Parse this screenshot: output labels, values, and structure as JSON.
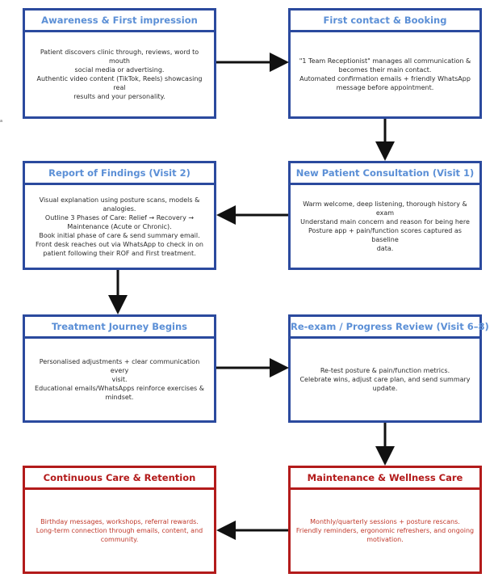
{
  "colors": {
    "blue_border": "#2b4a9e",
    "blue_title": "#5b8fd6",
    "red": "#b31b1b",
    "red_text": "#c0392b",
    "arrow": "#111111"
  },
  "stray_mark": "a",
  "boxes": {
    "awareness": {
      "title": "Awareness & First impression",
      "lines": [
        "Patient discovers clinic through, reviews, word to mouth",
        "social media or advertising.",
        "Authentic video content (TikTok, Reels) showcasing real",
        "results and your personality."
      ]
    },
    "first_contact": {
      "title": "First contact & Booking",
      "lines": [
        "\"1 Team Receptionist\" manages all communication &",
        "becomes their main contact.",
        "Automated confirmation emails + friendly WhatsApp",
        "message before appointment."
      ]
    },
    "report": {
      "title": "Report of Findings (Visit 2)",
      "lines": [
        "Visual explanation using posture scans, models &",
        "analogies.",
        "Outline 3 Phases of Care: Relief → Recovery →",
        "Maintenance (Acute or Chronic).",
        "Book initial phase of care & send summary email.",
        "Front desk reaches out via WhatsApp to check in on",
        "patient following their ROF and First treatment."
      ]
    },
    "consultation": {
      "title": "New Patient Consultation (Visit 1)",
      "lines": [
        "Warm welcome, deep listening, thorough history & exam",
        "Understand main concern and reason for being here",
        "Posture app + pain/function scores captured as baseline",
        "data."
      ]
    },
    "treatment": {
      "title": "Treatment Journey Begins",
      "lines": [
        "Personalised adjustments + clear communication every",
        "visit.",
        "Educational emails/WhatsApps reinforce exercises &",
        "mindset."
      ]
    },
    "reexam": {
      "title": "Re-exam / Progress Review (Visit 6–8)",
      "lines": [
        "Re-test posture & pain/function metrics.",
        "Celebrate wins, adjust care plan, and send summary",
        "update."
      ]
    },
    "continuous": {
      "title": "Continuous Care & Retention",
      "lines": [
        "Birthday messages, workshops, referral rewards.",
        "Long-term connection through emails, content, and",
        "community."
      ]
    },
    "maintenance": {
      "title": "Maintenance & Wellness Care",
      "lines": [
        "Monthly/quarterly sessions + posture rescans.",
        "Friendly reminders, ergonomic refreshers, and ongoing",
        "motivation."
      ]
    }
  }
}
